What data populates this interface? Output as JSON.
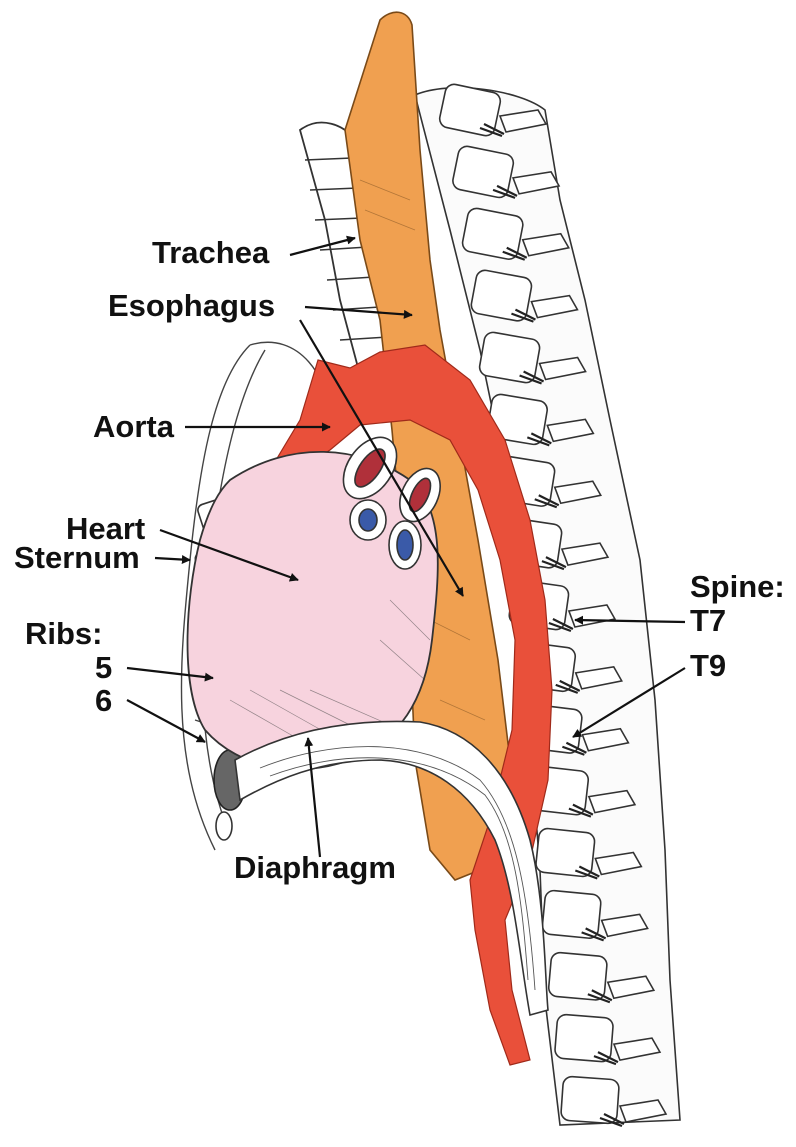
{
  "labels": {
    "trachea": "Trachea",
    "esophagus": "Esophagus",
    "aorta": "Aorta",
    "heart": "Heart",
    "sternum": "Sternum",
    "ribs_title": "Ribs:",
    "rib_5": "5",
    "rib_6": "6",
    "diaphragm": "Diaphragm",
    "spine_title": "Spine:",
    "spine_t7": "T7",
    "spine_t9": "T9"
  },
  "colors": {
    "aorta": "#e9503a",
    "esophagus": "#f0a050",
    "heart": "#f7d3de",
    "heart_vessel_red": "#b0303a",
    "heart_vessel_blue": "#3a5aa8",
    "bone_fill": "#ffffff",
    "sketch_line": "#222222",
    "text": "#111111"
  }
}
